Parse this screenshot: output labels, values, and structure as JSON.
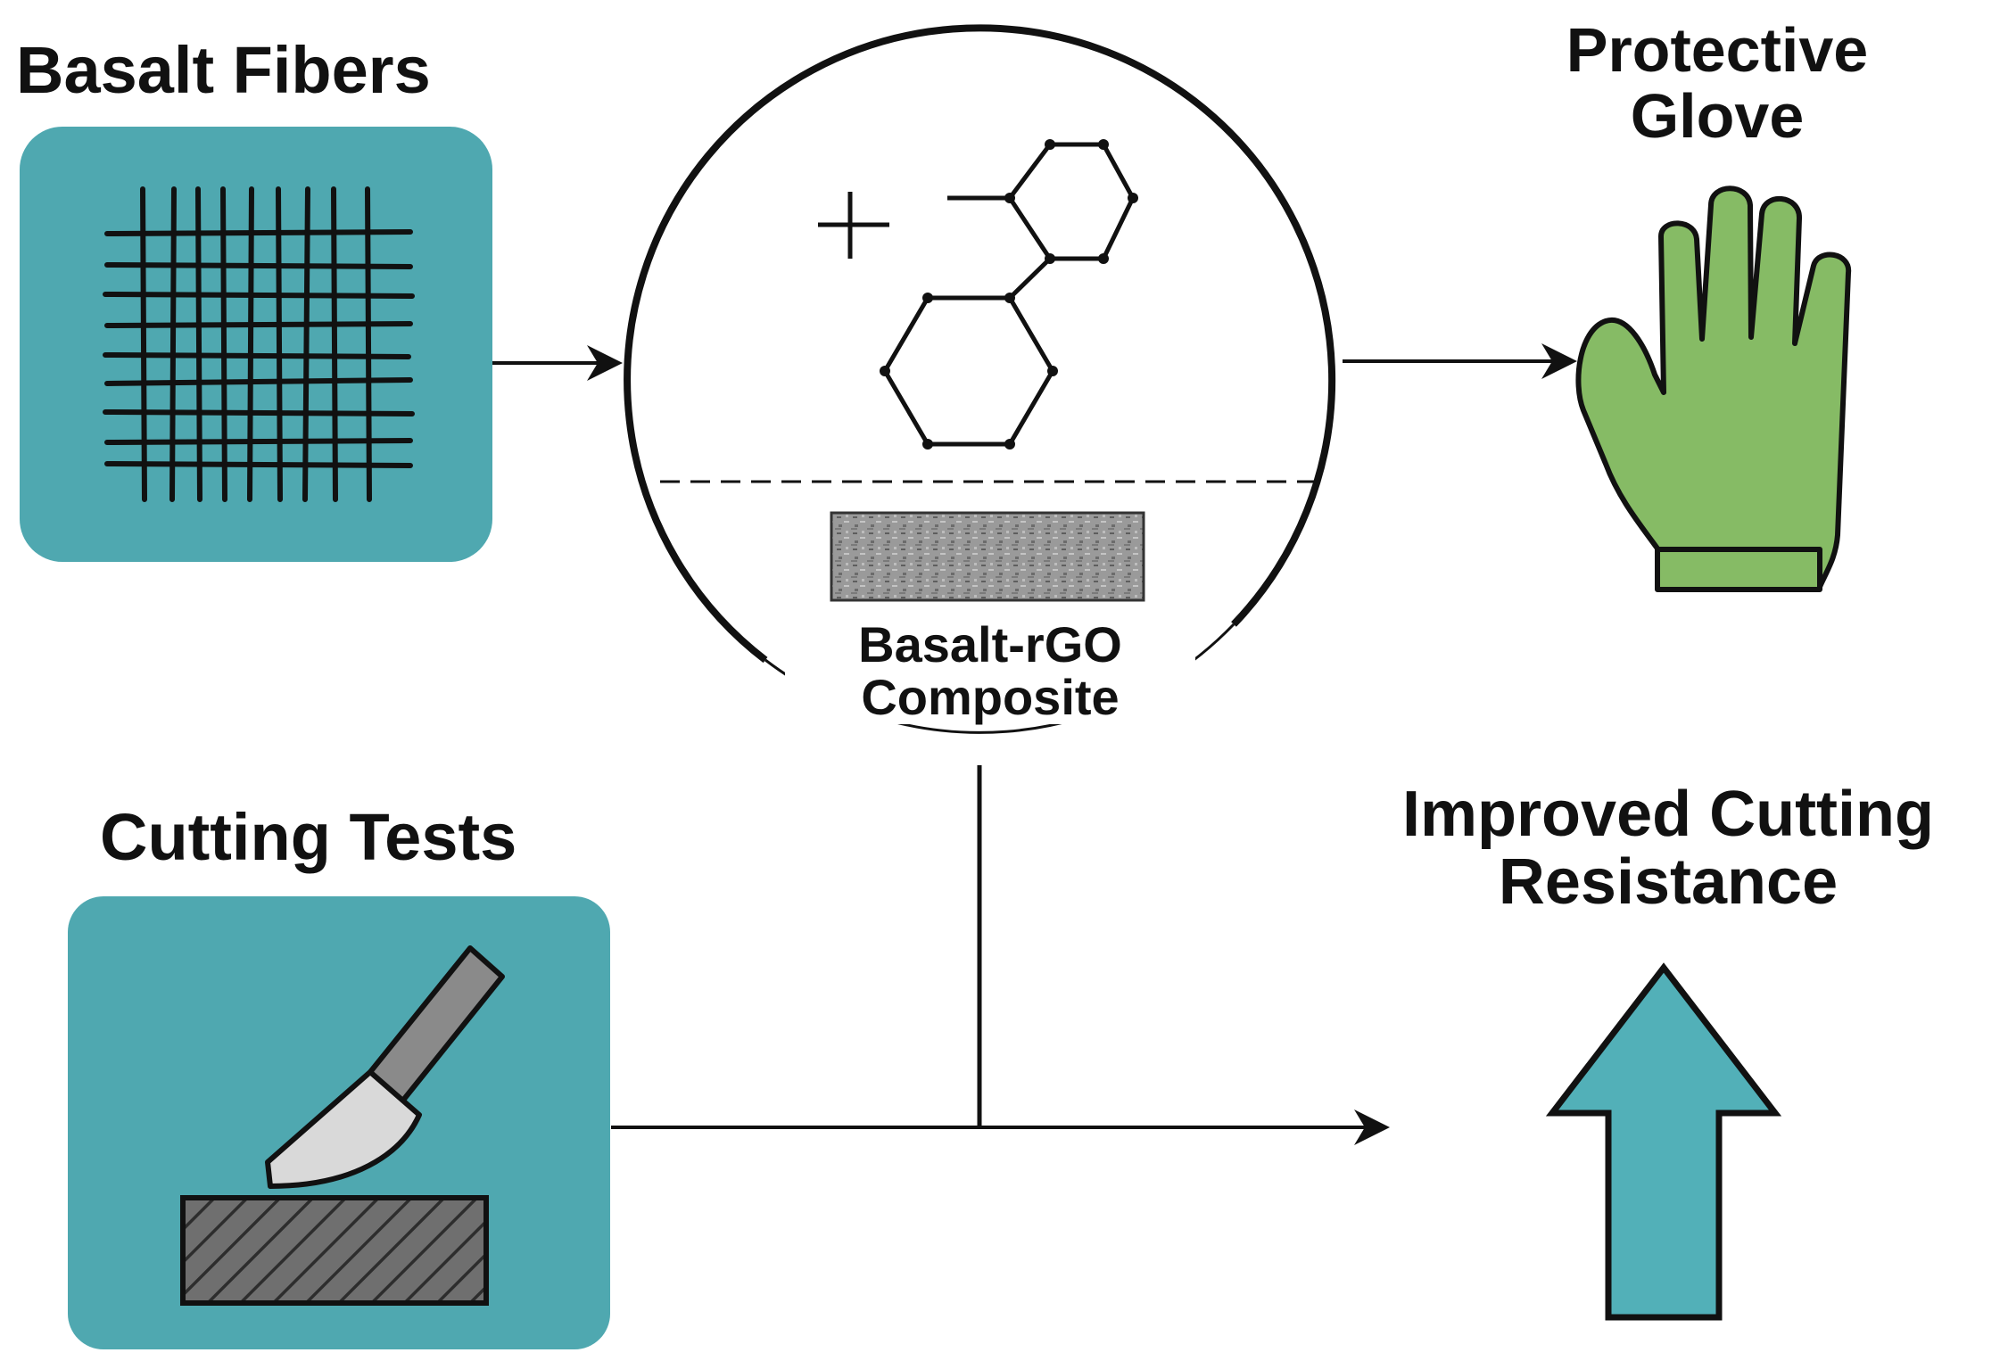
{
  "labels": {
    "basalt_fibers": "Basalt Fibers",
    "protective_glove_line1": "Protective",
    "protective_glove_line2": "Glove",
    "composite_line1": "Basalt-rGO",
    "composite_line2": "Composite",
    "cutting_tests": "Cutting Tests",
    "improved_line1": "Improved Cutting",
    "improved_line2": "Resistance"
  },
  "colors": {
    "panel_teal": "#4fa8b0",
    "glove_green": "#86bb65",
    "arrow_teal": "#52b0b8",
    "knife_blade": "#d9d9d9",
    "knife_handle": "#8a8a8a",
    "block_gray": "#6f6f6f",
    "composite_gray": "#9a9a9a",
    "ink": "#111111"
  },
  "icons": {
    "fiber_mesh": "grid-mesh-icon",
    "chemistry": "hexagon-molecule-icon",
    "glove": "glove-icon",
    "knife": "knife-icon",
    "up_arrow": "up-arrow-icon"
  }
}
